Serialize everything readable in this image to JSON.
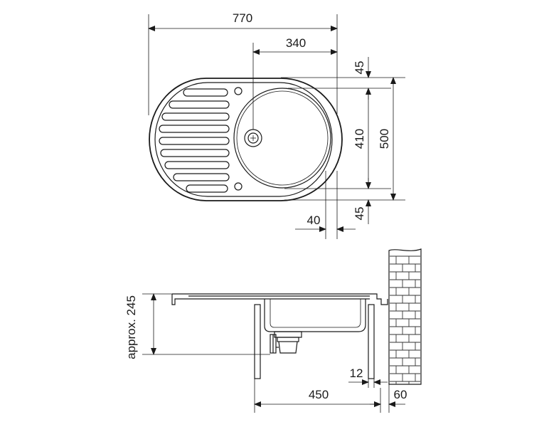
{
  "top_view": {
    "dimensions": {
      "overall_width": "770",
      "drain_offset": "340",
      "top_margin": "45",
      "bowl_diameter": "410",
      "overall_depth": "500",
      "bottom_margin": "45",
      "edge_offset": "40"
    }
  },
  "side_view": {
    "dimensions": {
      "height": "approx. 245",
      "cabinet_gap": "12",
      "cabinet_width": "450",
      "wall_offset": "60"
    }
  },
  "colors": {
    "line": "#1a1a1a",
    "background": "#ffffff"
  }
}
